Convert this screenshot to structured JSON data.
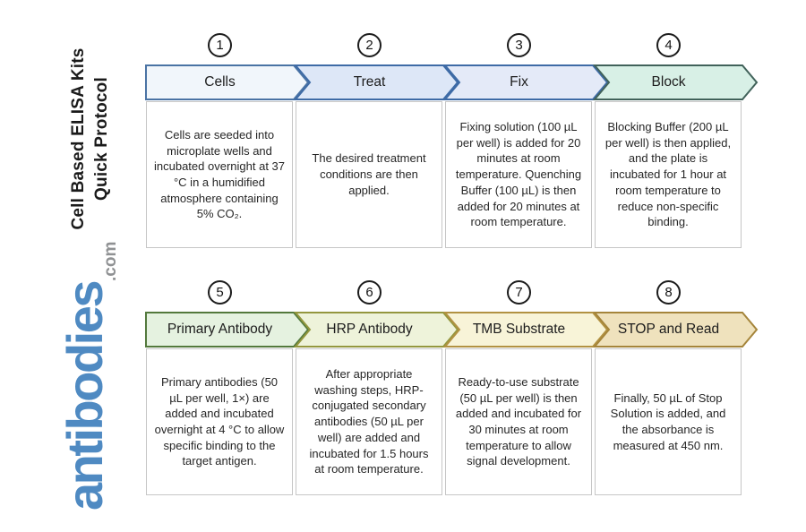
{
  "sidebar": {
    "title_line1": "Cell Based ELISA Kits",
    "title_line2": "Quick Protocol",
    "logo_text": "antibodies",
    "logo_suffix": ".com",
    "logo_color": "#4f8ac2",
    "logo_suffix_color": "#8f9193"
  },
  "steps": [
    {
      "number": "1",
      "title": "Cells",
      "fill": "#f1f6fb",
      "stroke": "#4a73a4",
      "description": "Cells are seeded into microplate wells and incubated overnight at 37 °C in a humidified atmosphere containing 5% CO₂."
    },
    {
      "number": "2",
      "title": "Treat",
      "fill": "#dde7f7",
      "stroke": "#3e6ba6",
      "description": "The desired treatment conditions are then applied."
    },
    {
      "number": "3",
      "title": "Fix",
      "fill": "#e4eaf8",
      "stroke": "#3e6ba6",
      "description": "Fixing solution (100 µL per well) is added for 20 minutes at room temperature. Quenching Buffer (100 µL) is then added for 20 minutes at room temperature."
    },
    {
      "number": "4",
      "title": "Block",
      "fill": "#d8f0e6",
      "stroke": "#41625a",
      "description": "Blocking Buffer (200 µL per well) is then applied, and the plate is incubated for 1 hour at room temperature to reduce non-specific binding."
    },
    {
      "number": "5",
      "title": "Primary Antibody",
      "fill": "#e5f2e0",
      "stroke": "#53793c",
      "description": "Primary antibodies (50 µL per well, 1×) are added and incubated overnight at 4 °C to allow specific binding to the target antigen."
    },
    {
      "number": "6",
      "title": "HRP Antibody",
      "fill": "#eef3da",
      "stroke": "#94973e",
      "description": "After appropriate washing steps, HRP-conjugated secondary antibodies (50 µL per well) are added and incubated for 1.5 hours at room temperature."
    },
    {
      "number": "7",
      "title": "TMB Substrate",
      "fill": "#f8f4d8",
      "stroke": "#b29242",
      "description": "Ready-to-use substrate (50 µL per well) is then added and incubated for 30 minutes at room temperature to allow signal development."
    },
    {
      "number": "8",
      "title": "STOP and Read",
      "fill": "#efe2bd",
      "stroke": "#a5853b",
      "description": "Finally, 50 µL of Stop Solution is added, and the absorbance is measured at 450 nm."
    }
  ]
}
